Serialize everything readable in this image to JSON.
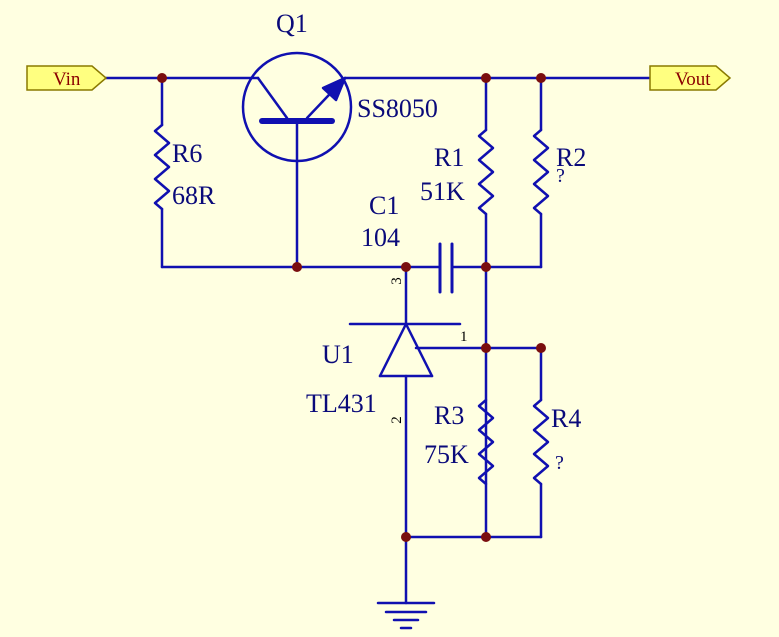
{
  "colors": {
    "background": "#FFFFE1",
    "wire": "#1010B0",
    "text": "#0A0A7A",
    "junction": "#7A0E0E",
    "port_fill": "#FFFF80",
    "port_stroke": "#8A7A00",
    "port_text": "#8A0000"
  },
  "ports": {
    "vin": "Vin",
    "vout": "Vout"
  },
  "components": {
    "q1": {
      "ref": "Q1",
      "value": "SS8050"
    },
    "r6": {
      "ref": "R6",
      "value": "68R"
    },
    "r1": {
      "ref": "R1",
      "value": "51K"
    },
    "r2": {
      "ref": "R2",
      "value": "?"
    },
    "c1": {
      "ref": "C1",
      "value": "104"
    },
    "u1": {
      "ref": "U1",
      "value": "TL431"
    },
    "r3": {
      "ref": "R3",
      "value": "75K"
    },
    "r4": {
      "ref": "R4",
      "value": "?"
    }
  },
  "pins": {
    "u1_cathode": "3",
    "u1_ref": "1",
    "u1_anode": "2"
  }
}
